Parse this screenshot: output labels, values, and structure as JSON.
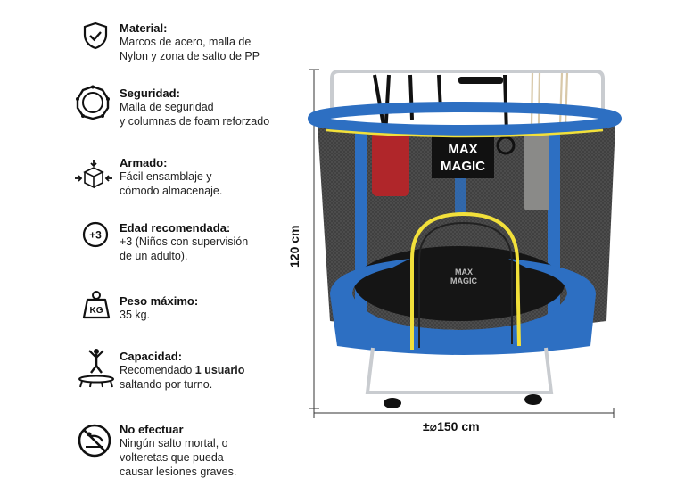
{
  "features": [
    {
      "icon": "shield-check-icon",
      "title": "Material:",
      "body": "Marcos de acero, malla de\nNylon y zona de salto de PP"
    },
    {
      "icon": "trampoline-top-icon",
      "title": "Seguridad:",
      "body": "Malla de seguridad\ny columnas de foam reforzado"
    },
    {
      "icon": "assembly-box-icon",
      "title": "Armado:",
      "body": "Fácil ensamblaje y\ncómodo almacenaje."
    },
    {
      "icon": "age-plus3-icon",
      "icon_text": "+3",
      "title": "Edad recomendada:",
      "body": "+3 (Niños con supervisión\nde un adulto)."
    },
    {
      "icon": "weight-kg-icon",
      "icon_text": "KG",
      "title": "Peso máximo:",
      "body": "35 kg."
    },
    {
      "icon": "jumper-icon",
      "title": "Capacidad:",
      "body_pre": "Recomendado ",
      "body_bold": "1 usuario",
      "body_post": "\nsaltando por turno."
    },
    {
      "icon": "no-flip-icon",
      "title": "No efectuar",
      "body": "Ningún salto mortal, o\nvolteretas que pueda\ncausar lesiones graves."
    }
  ],
  "dimensions": {
    "height": "120 cm",
    "width": "±⌀150 cm"
  },
  "product": {
    "brand_top": "MAX",
    "brand_bottom": "MAGIC"
  },
  "colors": {
    "frame_blue": "#2d6fc2",
    "mesh": "#2b2b2b",
    "accent_yellow": "#f2e03a",
    "punching_bag_red": "#b0262a",
    "steel": "#c9ccd0"
  }
}
